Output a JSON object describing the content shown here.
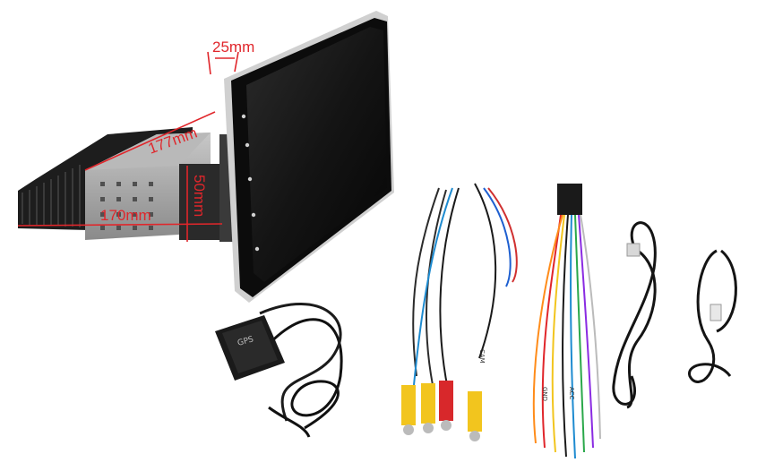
{
  "dimensions": {
    "depth_top": "177mm",
    "depth_bottom": "170mm",
    "height": "50mm",
    "bezel": "25mm"
  },
  "antenna": {
    "label": "GPS"
  },
  "cable_tags": {
    "rca_tag": "CAM",
    "power_tag_1": "GND",
    "power_tag_2": "ACC"
  },
  "colors": {
    "dimension": "#e0262b",
    "screen": "#121212",
    "chassis": "#9a9a9a"
  }
}
